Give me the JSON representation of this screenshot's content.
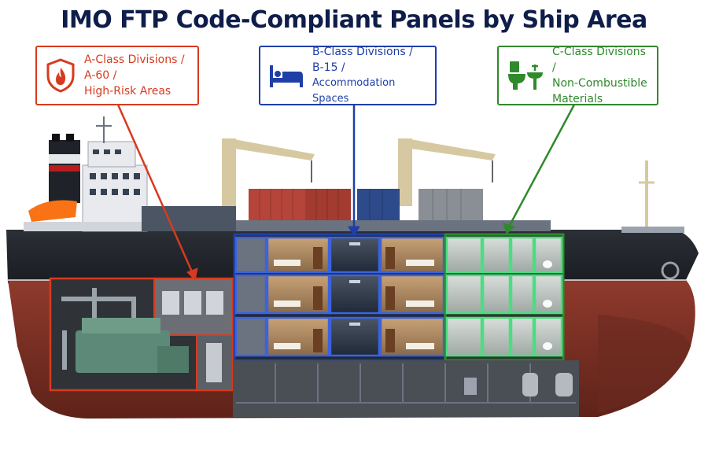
{
  "title": "IMO FTP Code-Compliant Panels by Ship Area",
  "colors": {
    "a_class": "#d83a1f",
    "b_class": "#1f3fa8",
    "c_class": "#2f8a2c",
    "title": "#0f1d4a"
  },
  "callouts": {
    "a_class": {
      "icon": "fire-shield-icon",
      "lines": [
        "A-Class Divisions /",
        "A-60 /",
        "High-Risk Areas"
      ]
    },
    "b_class": {
      "icon": "bed-icon",
      "lines": [
        "B-Class Divisions /",
        "B-15 /",
        "Accommodation Spaces"
      ]
    },
    "c_class": {
      "icon": "toilet-sink-icon",
      "lines": [
        "C-Class Divisions /",
        "Non-Combustible",
        "Materials"
      ]
    }
  }
}
